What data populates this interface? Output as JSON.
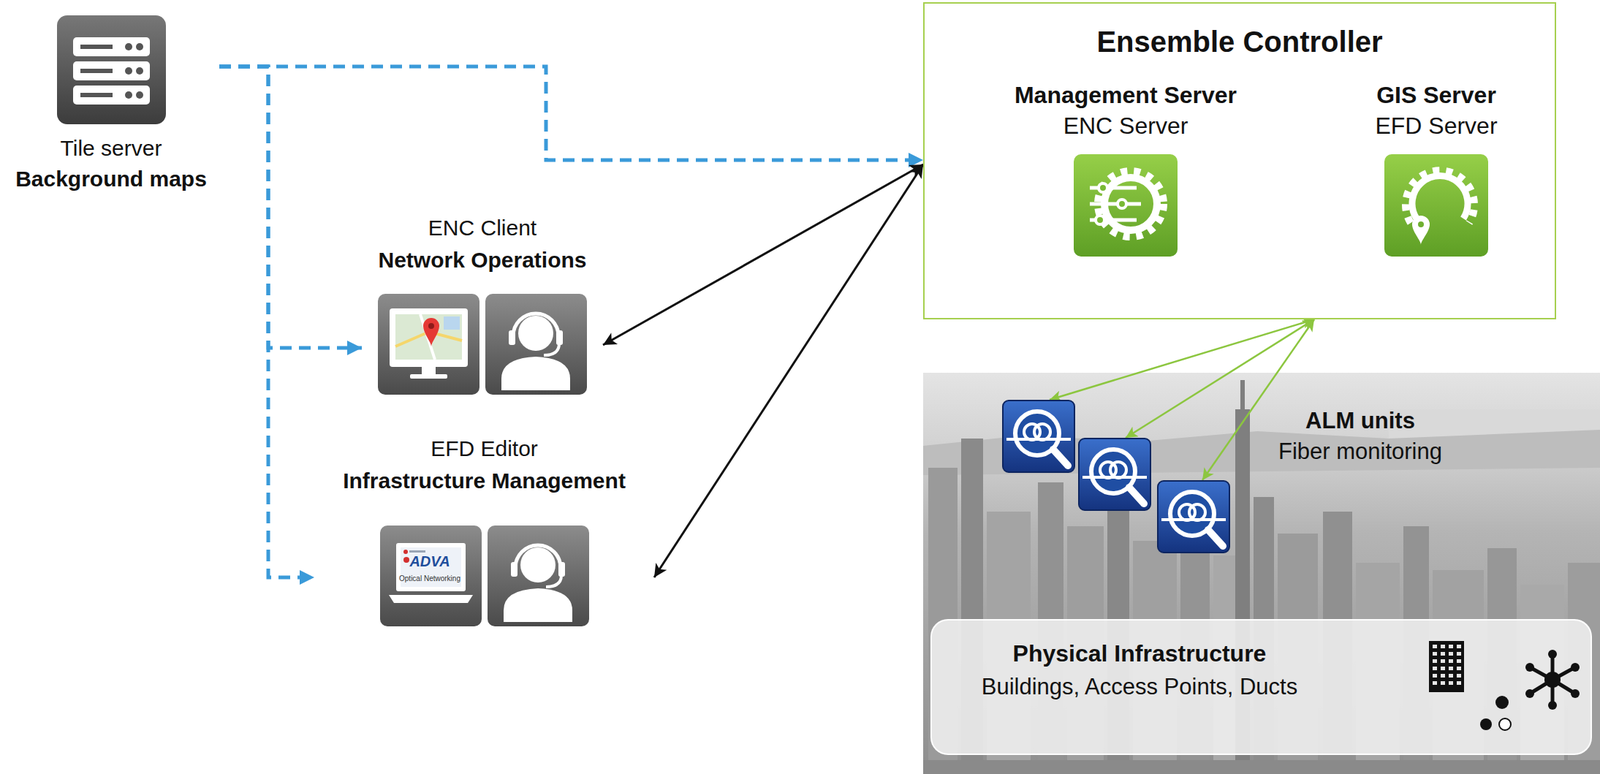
{
  "diagram": {
    "nodes": [
      {
        "text": [
          "Tile server",
          "Background maps"
        ]
      },
      {
        "text": [
          "Ensemble Controller"
        ]
      },
      {
        "text": [
          "Management Server",
          "ENC Server"
        ],
        "in": 1
      },
      {
        "text": [
          "GIS Server",
          "EFD Server"
        ],
        "in": 1
      },
      {
        "text": [
          "ENC Client",
          "Network Operations"
        ]
      },
      {
        "text": [
          "EFD Editor",
          "Infrastructure Management"
        ]
      },
      {
        "text": [
          "ALM units",
          "Fiber monitoring"
        ]
      },
      {
        "text": [
          "Physical Infrastructure",
          "Buildings, Access Points, Ducts"
        ]
      }
    ],
    "edges": [
      {
        "from": 0,
        "to": 1,
        "arrow": "to"
      },
      {
        "from": 0,
        "to": 4,
        "arrow": "to"
      },
      {
        "from": 0,
        "to": 5,
        "arrow": "to"
      },
      {
        "from": 4,
        "to": 1,
        "arrow": "both"
      },
      {
        "from": 5,
        "to": 1,
        "arrow": "both"
      },
      {
        "from": 1,
        "to": 6,
        "arrow": "both"
      },
      {
        "from": 1,
        "to": 6,
        "arrow": "both"
      },
      {
        "from": 1,
        "to": 6,
        "arrow": "both"
      }
    ],
    "labels": [
      "ADVA",
      "Optical Networking"
    ]
  }
}
